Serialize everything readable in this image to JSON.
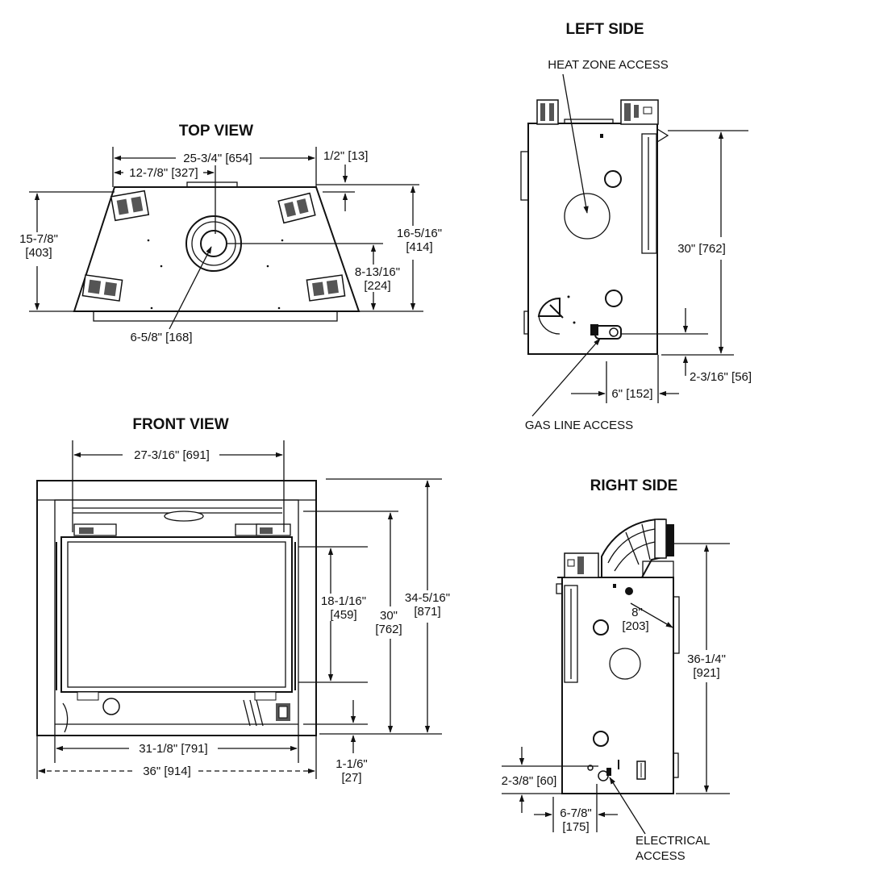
{
  "views": {
    "top": {
      "title": "TOP VIEW",
      "dims": {
        "width_total": "25-3/4\" [654]",
        "width_half": "12-7/8\" [327]",
        "offset_top": "1/2\" [13]",
        "depth_left_a": "15-7/8\"",
        "depth_left_b": "[403]",
        "depth_right_a": "16-5/16\"",
        "depth_right_b": "[414]",
        "flue_center_a": "8-13/16\"",
        "flue_center_b": "[224]",
        "flue_dia": "6-5/8\" [168]"
      }
    },
    "left": {
      "title": "LEFT SIDE",
      "heat_zone": "HEAT ZONE ACCESS",
      "gas_line": "GAS LINE ACCESS",
      "dims": {
        "height": "30\" [762]",
        "gas_height": "2-3/16\" [56]",
        "gas_offset": "6\" [152]"
      }
    },
    "front": {
      "title": "FRONT VIEW",
      "dims": {
        "opening_width": "27-3/16\" [691]",
        "inner_width": "31-1/8\" [791]",
        "outer_width": "36\" [914]",
        "glass_h_a": "18-1/16\"",
        "glass_h_b": "[459]",
        "unit_h_a": "30\"",
        "unit_h_b": "[762]",
        "total_h_a": "34-5/16\"",
        "total_h_b": "[871]",
        "base_a": "1-1/6\"",
        "base_b": "[27]"
      }
    },
    "right": {
      "title": "RIGHT SIDE",
      "electrical_a": "ELECTRICAL",
      "electrical_b": "ACCESS",
      "dims": {
        "flue_a": "8\"",
        "flue_b": "[203]",
        "height_a": "36-1/4\"",
        "height_b": "[921]",
        "elec_h": "2-3/8\" [60]",
        "elec_off_a": "6-7/8\"",
        "elec_off_b": "[175]"
      }
    }
  }
}
